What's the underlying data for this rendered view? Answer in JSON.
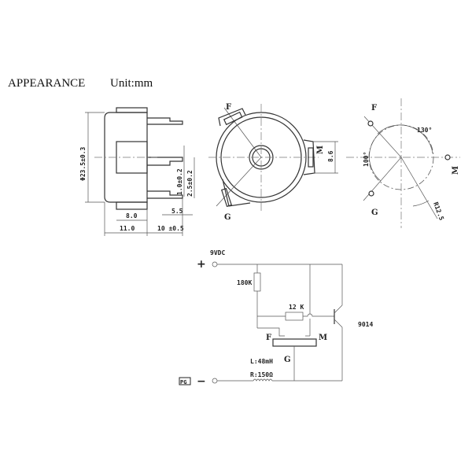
{
  "title": "APPEARANCE",
  "unit": "Unit:mm",
  "side_view": {
    "diameter": "Φ23.5±0.3",
    "pin_dim_1": "1.0±0.2",
    "pin_dim_2": "2.5±0.2",
    "pin_len": "5.5",
    "tab_width": "8.0",
    "body_depth": "11.0",
    "pin_length": "10 ±0.5"
  },
  "front_view": {
    "label_f": "F",
    "label_m": "M",
    "label_g": "G",
    "tab_dim": "8.6"
  },
  "pin_layout": {
    "label_f": "F",
    "label_m": "M",
    "label_g": "G",
    "angle_1": "130°",
    "angle_2": "100°",
    "radius": "R12.5"
  },
  "circuit": {
    "supply": "9VDC",
    "plus": "+",
    "minus": "−",
    "r1": "180K",
    "r2": "12 K",
    "transistor": "9014",
    "label_f": "F",
    "label_m": "M",
    "label_g": "G",
    "inductance": "L:48mH",
    "resistance": "R:150Ω",
    "logo": "PG"
  }
}
